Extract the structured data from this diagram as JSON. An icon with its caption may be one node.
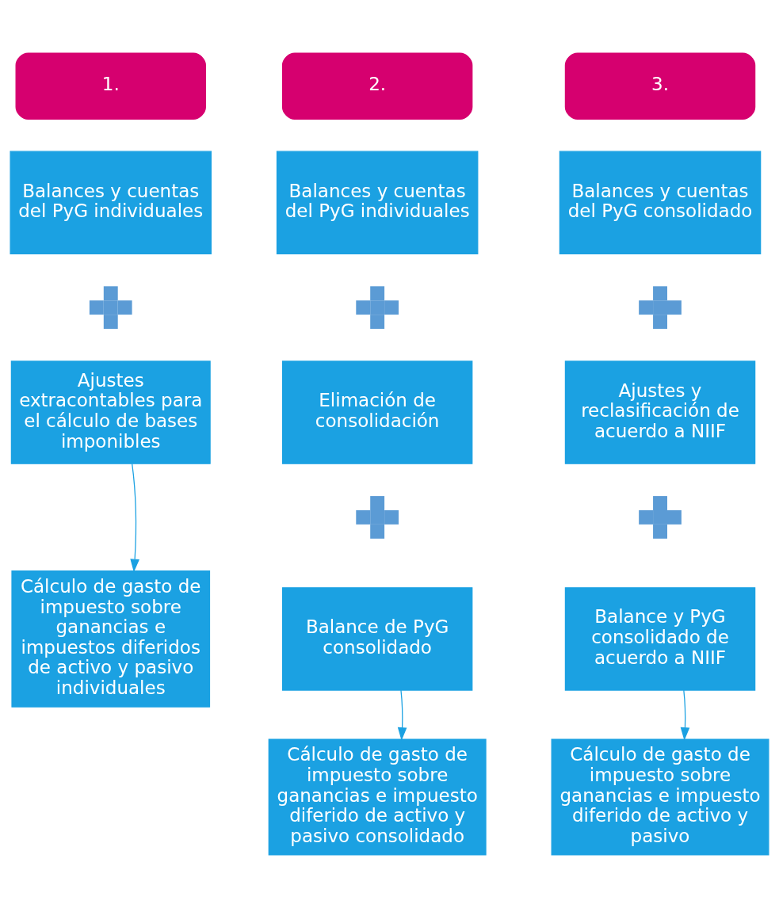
{
  "diagram": {
    "nodes": [
      {
        "text": [
          "1."
        ]
      },
      {
        "text": [
          "Balances y cuentas del PyG individuales"
        ]
      },
      {
        "text": [],
        "shape": "plus"
      },
      {
        "text": [
          "Ajustes extracontables para el cálculo de bases imponibles"
        ]
      },
      {
        "text": [
          "Cálculo de gasto de impuesto sobre ganancias e impuestos diferidos de activo y pasivo individuales"
        ]
      },
      {
        "text": [
          "2."
        ]
      },
      {
        "text": [
          "Balances y cuentas del PyG individuales"
        ]
      },
      {
        "text": [],
        "shape": "plus"
      },
      {
        "text": [
          "Elimación de consolidación"
        ]
      },
      {
        "text": [],
        "shape": "plus"
      },
      {
        "text": [
          "Balance de PyG consolidado"
        ]
      },
      {
        "text": [
          "Cálculo de gasto de impuesto sobre ganancias e impuesto diferido de activo y pasivo consolidado"
        ]
      },
      {
        "text": [
          "3."
        ]
      },
      {
        "text": [
          "Balances y cuentas del PyG consolidado"
        ]
      },
      {
        "text": [],
        "shape": "plus"
      },
      {
        "text": [
          "Ajustes y reclasificación de acuerdo a NIIF"
        ]
      },
      {
        "text": [],
        "shape": "plus"
      },
      {
        "text": [
          "Balance y PyG consolidado de acuerdo a NIIF"
        ]
      },
      {
        "text": [
          "Cálculo de gasto de impuesto sobre ganancias e impuesto diferido de activo y pasivo"
        ]
      }
    ],
    "edges": [
      {
        "from": 3,
        "to": 4,
        "arrow": "to"
      },
      {
        "from": 10,
        "to": 11,
        "arrow": "to"
      },
      {
        "from": 17,
        "to": 18,
        "arrow": "to"
      }
    ]
  }
}
